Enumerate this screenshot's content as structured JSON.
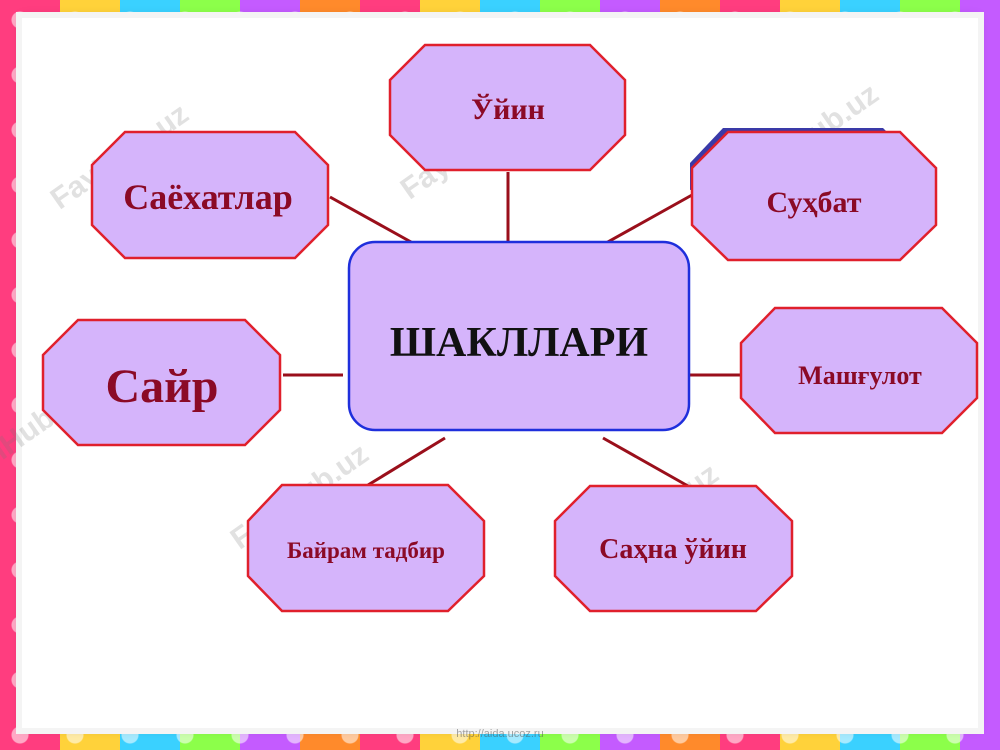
{
  "diagram": {
    "center": {
      "label": "ШАКЛЛАРИ"
    },
    "nodes": [
      {
        "id": "uyin",
        "label": "Ўйин"
      },
      {
        "id": "sayohatlar",
        "label": "Саёхатлар"
      },
      {
        "id": "suhbat",
        "label": "Суҳбат"
      },
      {
        "id": "sayr",
        "label": "Сайр"
      },
      {
        "id": "mashgulot",
        "label": "Машғулот"
      },
      {
        "id": "bayram",
        "label": "Байрам тадбир"
      },
      {
        "id": "sahna",
        "label": "Саҳна ўйин"
      }
    ]
  },
  "watermark": {
    "text": "FaylHub.uz"
  },
  "footer": {
    "url": "http://aida.ucoz.ru"
  },
  "colors": {
    "node_fill": "#d5b4fb",
    "node_stroke": "#e0202c",
    "center_stroke": "#1f2fdc",
    "node_text": "#8b0a26",
    "link": "#9a0f1b"
  }
}
